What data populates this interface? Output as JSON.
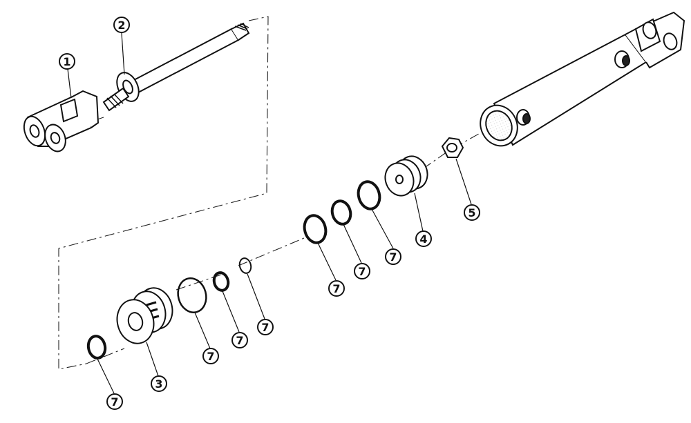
{
  "diagram": {
    "callouts": [
      {
        "id": "c1",
        "label": "1"
      },
      {
        "id": "c2",
        "label": "2"
      },
      {
        "id": "c3",
        "label": "3"
      },
      {
        "id": "c4",
        "label": "4"
      },
      {
        "id": "c5",
        "label": "5"
      },
      {
        "id": "c7a",
        "label": "7"
      },
      {
        "id": "c7b",
        "label": "7"
      },
      {
        "id": "c7c",
        "label": "7"
      },
      {
        "id": "c7d",
        "label": "7"
      },
      {
        "id": "c7e",
        "label": "7"
      },
      {
        "id": "c7f",
        "label": "7"
      },
      {
        "id": "c7g",
        "label": "7"
      }
    ]
  }
}
